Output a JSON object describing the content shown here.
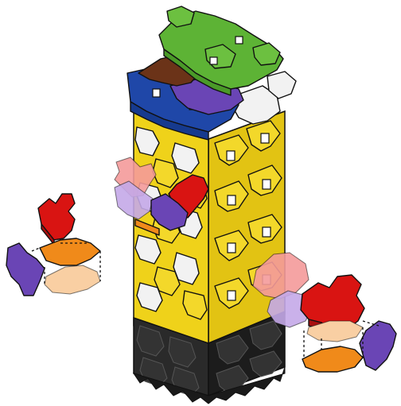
{
  "illustration": {
    "colors": {
      "green": "#5db335",
      "brown": "#6b3318",
      "blue": "#1f47a8",
      "purple": "#6a45b5",
      "white": "#f2f2f2",
      "yellow": "#efd21a",
      "black": "#222222",
      "red": "#d91412",
      "orange": "#f08a1a",
      "pink": "#f49a9a",
      "lavender": "#c4a8e8",
      "peach": "#f9cfa3"
    },
    "parts": [
      {
        "name": "tower-green-layer",
        "color": "green"
      },
      {
        "name": "tower-brown-layer",
        "color": "brown"
      },
      {
        "name": "tower-blue-layer",
        "color": "blue"
      },
      {
        "name": "tower-purple-layer",
        "color": "purple"
      },
      {
        "name": "tower-white-pieces",
        "color": "white"
      },
      {
        "name": "tower-yellow-body",
        "color": "yellow"
      },
      {
        "name": "tower-black-base",
        "color": "black"
      },
      {
        "name": "red-piece",
        "color": "red"
      },
      {
        "name": "orange-piece",
        "color": "orange"
      },
      {
        "name": "pink-piece",
        "color": "pink"
      },
      {
        "name": "lavender-piece",
        "color": "lavender"
      },
      {
        "name": "peach-piece",
        "color": "peach"
      }
    ]
  }
}
